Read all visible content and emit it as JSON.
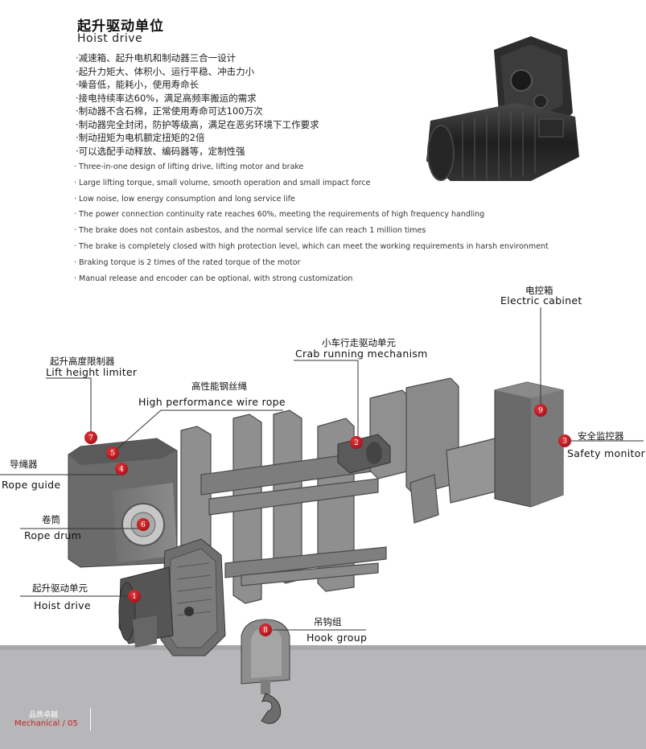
{
  "header": {
    "title_cn": "起升驱动单位",
    "title_en": "Hoist drive"
  },
  "features_cn": [
    "·减速箱、起升电机和制动器三合一设计",
    "·起升力矩大、体积小、运行平稳、冲击力小",
    "·噪音低，能耗小，使用寿命长",
    "·接电持续率达60%，满足高频率搬运的需求",
    "·制动器不含石棉，正常使用寿命可达100万次",
    "·制动器完全封闭，防护等级高，满足在恶劣环境下工作要求",
    "·制动扭矩为电机额定扭矩的2倍",
    "·可以选配手动释放、编码器等，定制性强"
  ],
  "features_en": [
    "· Three-in-one design of lifting drive, lifting motor and brake",
    "· Large lifting torque, small volume, smooth operation and small impact force",
    "· Low noise, low energy consumption and long service life",
    "· The power connection continuity rate reaches 60%, meeting the requirements of high frequency handling",
    "· The brake does not contain asbestos, and the normal service life can reach 1 million times",
    "· The brake is completely closed with high protection level, which can meet the working requirements in harsh environment",
    "· Braking torque is 2 times of the rated torque of the motor",
    "· Manual release and encoder can be optional, with strong customization"
  ],
  "components": {
    "electric_cabinet": {
      "cn": "电控箱",
      "en": "Electric cabinet",
      "num": "9"
    },
    "crab_running": {
      "cn": "小车行走驱动单元",
      "en": "Crab running mechanism",
      "num": "2"
    },
    "lift_limiter": {
      "cn": "起升高度限制器",
      "en": "Lift height limiter",
      "num": "7"
    },
    "wire_rope": {
      "cn": "高性能钢丝绳",
      "en": "High performance wire rope",
      "num": "5"
    },
    "rope_guide": {
      "cn": "导绳器",
      "en": "Rope guide",
      "num": "4"
    },
    "safety_monitor": {
      "cn": "安全监控器",
      "en": "Safety monitor",
      "num": "3"
    },
    "rope_drum": {
      "cn": "卷筒",
      "en": "Rope drum",
      "num": "6"
    },
    "hoist_drive": {
      "cn": "起升驱动单元",
      "en": "Hoist drive",
      "num": "1"
    },
    "hook_group": {
      "cn": "吊钩组",
      "en": "Hook group",
      "num": "8"
    }
  },
  "footer": {
    "cn": "品质卓越",
    "en": "Mechanical / 05"
  },
  "colors": {
    "badge_red": "#c4171d",
    "floor_gray": "#b7b7ba",
    "footer_red": "#c0251f"
  }
}
